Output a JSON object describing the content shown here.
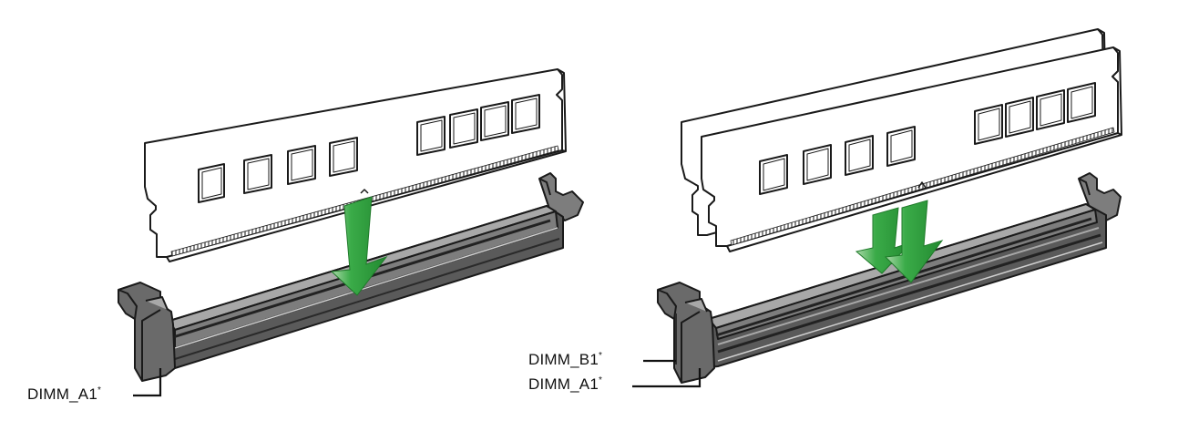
{
  "labels": {
    "single_slot": {
      "name": "DIMM_A1",
      "mark": "*"
    },
    "dual_top": {
      "name": "DIMM_B1",
      "mark": "*"
    },
    "dual_bottom": {
      "name": "DIMM_A1",
      "mark": "*"
    }
  },
  "colors": {
    "outline": "#1a1a1a",
    "module_fill": "#ffffff",
    "slot_dark": "#5a5a5a",
    "slot_mid": "#7d7d7d",
    "slot_light": "#a8a8a8",
    "arrow_green": "#3aab48",
    "arrow_green_dark": "#238a31",
    "arrow_green_light": "#a9d8a8"
  },
  "icons": [
    "memory-module-icon",
    "dimm-slot-icon",
    "insert-arrow-icon"
  ]
}
